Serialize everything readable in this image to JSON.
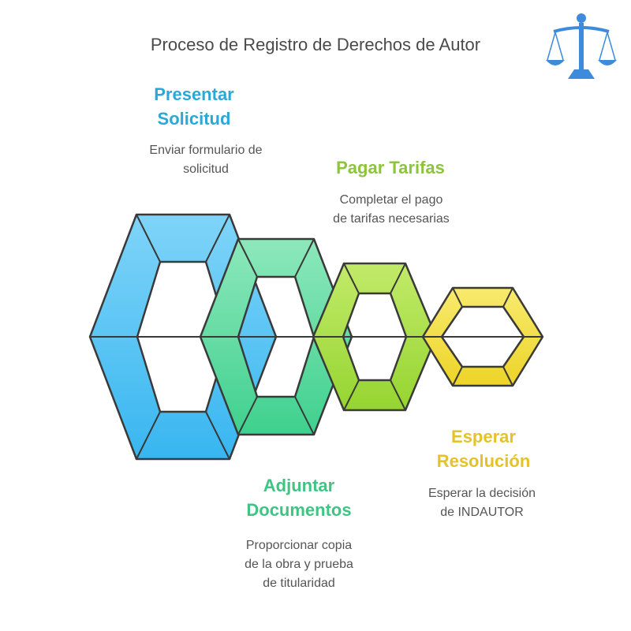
{
  "title": "Proceso de Registro de Derechos de Autor",
  "steps": [
    {
      "heading_line1": "Presentar",
      "heading_line2": "Solicitud",
      "desc_line1": "Enviar formulario de",
      "desc_line2": "solicitud",
      "color": "#2aa8d8"
    },
    {
      "heading_line1": "Pagar Tarifas",
      "desc_line1": "Completar el pago",
      "desc_line2": "de tarifas necesarias",
      "color": "#8cc43c"
    },
    {
      "heading_line1": "Adjuntar",
      "heading_line2": "Documentos",
      "desc_line1": "Proporcionar copia",
      "desc_line2": "de la obra y prueba",
      "desc_line3": "de titularidad",
      "color": "#3fc484"
    },
    {
      "heading_line1": "Esperar",
      "heading_line2": "Resolución",
      "desc_line1": "Esperar la decisión",
      "desc_line2": "de INDAUTOR",
      "color": "#e6c22a"
    }
  ],
  "icons": {
    "logo": "scales-of-justice-icon"
  },
  "colors": {
    "blue": "#5bc6f2",
    "green": "#5fdc9e",
    "lime": "#a6dc45",
    "yellow": "#f2e04a",
    "stroke": "#3a3a3a",
    "logo": "#3e8bdc"
  }
}
